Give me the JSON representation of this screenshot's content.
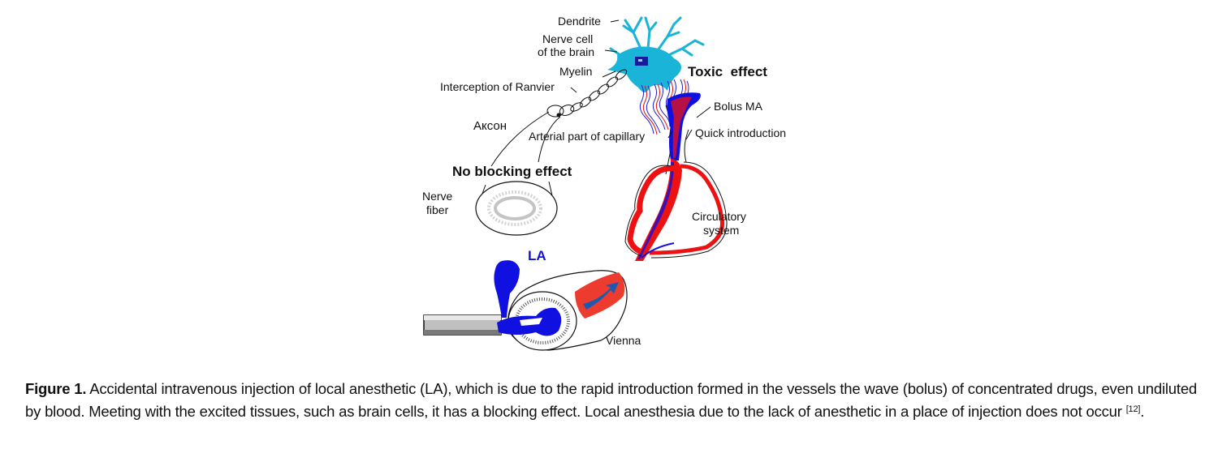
{
  "figure": {
    "labels": {
      "dendrite": "Dendrite",
      "nerve_cell_line1": "Nerve cell",
      "nerve_cell_line2": "of the brain",
      "myelin": "Myelin",
      "ranvier": "Interception of Ranvier",
      "axon": "Аксон",
      "arterial": "Arterial part of capillary",
      "no_blocking": "No blocking effect",
      "nerve_fiber_line1": "Nerve",
      "nerve_fiber_line2": "fiber",
      "toxic": "Toxic  effect",
      "bolus": "Bolus MA",
      "quick": "Quick introduction",
      "circ_line1": "Circulatory",
      "circ_line2": "system",
      "la": "LA",
      "vienna": "Vienna"
    },
    "colors": {
      "neuron": "#19b4d8",
      "nucleus": "#1a1aa0",
      "blood": "#ee1111",
      "drug": "#1010e0",
      "vein_patch": "#ee3b30",
      "arrow": "#1a5ab0"
    }
  },
  "caption": {
    "label": "Figure 1.",
    "text": " Accidental intravenous injection of local anesthetic (LA), which is due to the rapid introduction formed in the vessels the wave (bolus) of concentrated drugs, even undiluted by blood. Meeting with the excited tissues, such as brain cells, it has a blocking effect. Local anesthesia due to the lack of anesthetic in a place of injection does not occur",
    "citation": "[12]",
    "end": "."
  }
}
